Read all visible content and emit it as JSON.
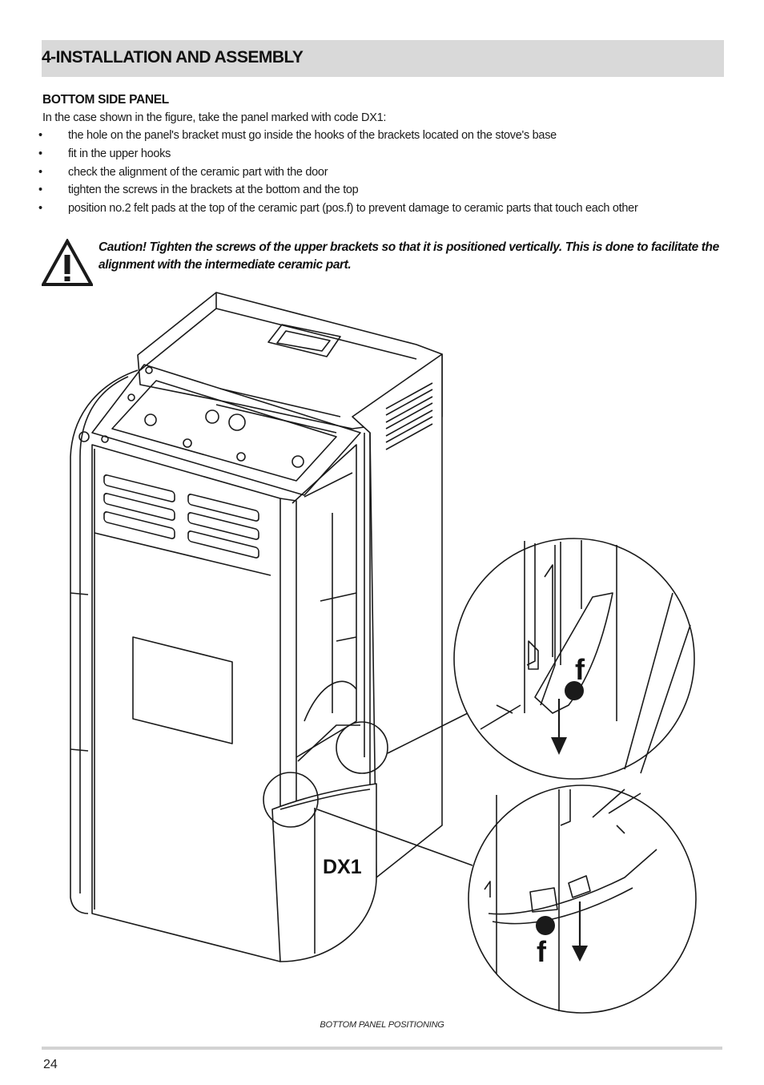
{
  "section": {
    "title": "4-INSTALLATION AND ASSEMBLY"
  },
  "subsection": {
    "heading": "BOTTOM SIDE PANEL",
    "intro": "In the case shown in the figure, take the panel marked with code DX1:",
    "bullet_symbol": "•",
    "bullets": [
      "the hole on the panel's bracket must go inside the hooks of the brackets located on the stove's base",
      "fit in the upper hooks",
      "check the alignment of the ceramic part with the door",
      "tighten the screws in the brackets at the bottom and the top",
      "position no.2 felt pads at the top of the ceramic part (pos.f) to prevent damage to ceramic parts that touch each other"
    ]
  },
  "warning": {
    "icon": "warning-triangle-icon",
    "text": "Caution! Tighten the screws of the upper brackets so that it is positioned vertically. This is done to facilitate the alignment with the intermediate ceramic part."
  },
  "figure": {
    "panel_code": "DX1",
    "detail_label_top": "f",
    "detail_label_bottom": "f",
    "caption": "BOTTOM PANEL POSITIONING"
  },
  "footer": {
    "page_number": "24"
  },
  "colors": {
    "section_bar": "#d9d9d9",
    "footer_rule": "#d3d3d3",
    "line_art": "#1a1a1a"
  }
}
